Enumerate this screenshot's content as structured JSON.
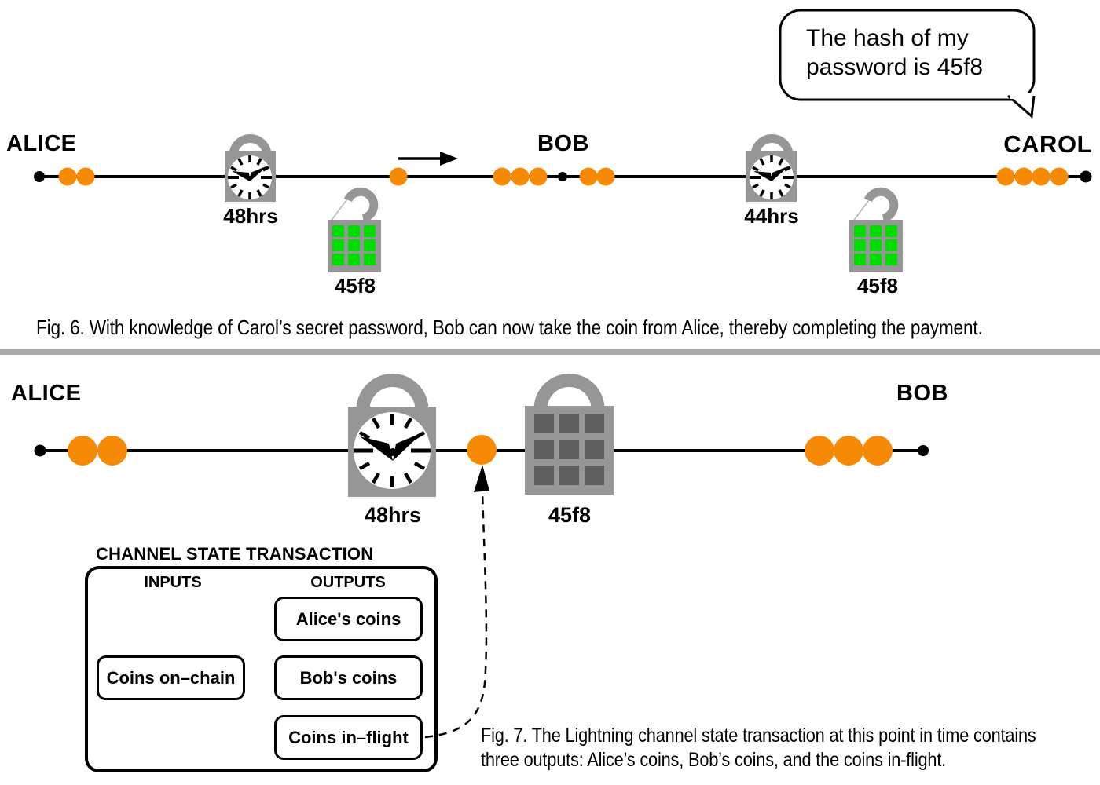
{
  "colors": {
    "coin_orange": "#F78A05",
    "lock_gray": "#969696",
    "hash_green": "#00DE00",
    "hash_dark_square": "#5E5E5E",
    "divider_gray": "#A9A9A9"
  },
  "fig6": {
    "actors": {
      "alice": "ALICE",
      "bob": "BOB",
      "carol": "CAROL"
    },
    "timelock_left": "48hrs",
    "timelock_right": "44hrs",
    "hashlock_left": "45f8",
    "hashlock_right": "45f8",
    "speech_bubble": {
      "line1": "The hash of my",
      "line2": "password is 45f8"
    },
    "caption": "Fig. 6. With knowledge of Carol’s secret password, Bob can now take the coin from Alice, thereby completing the payment."
  },
  "fig7": {
    "actors": {
      "alice": "ALICE",
      "bob": "BOB"
    },
    "timelock": "48hrs",
    "hashlock": "45f8",
    "channel_box": {
      "title": "CHANNEL STATE TRANSACTION",
      "inputs_header": "INPUTS",
      "outputs_header": "OUTPUTS",
      "input_items": [
        "Coins on–chain"
      ],
      "output_items": [
        "Alice's coins",
        "Bob's coins",
        "Coins in–flight"
      ]
    },
    "caption_line1": "Fig. 7. The Lightning channel state transaction at this point in time contains",
    "caption_line2": "three outputs: Alice’s coins, Bob’s coins, and the coins in-flight."
  }
}
